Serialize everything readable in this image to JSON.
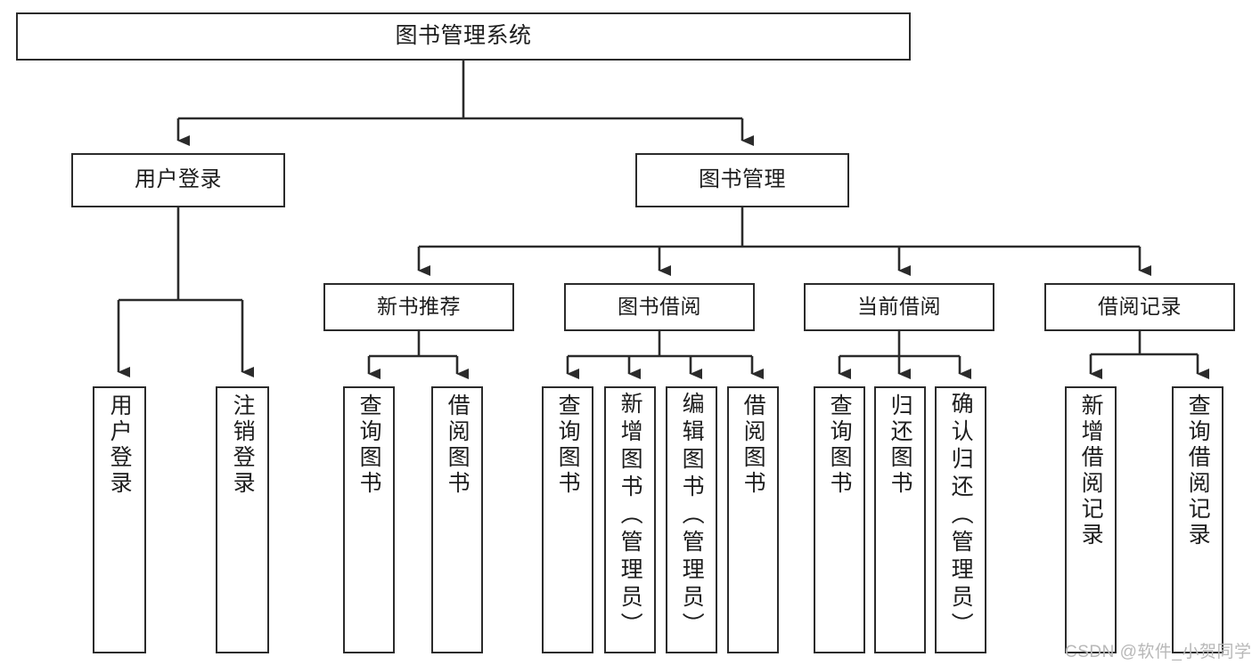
{
  "diagram": {
    "type": "tree-hierarchy",
    "title": "图书管理系统",
    "orientation": "top-down",
    "colors": {
      "stroke": "#2b2b2b",
      "fill": "#ffffff",
      "text": "#1d1d1d",
      "watermark": "#b8b8b8"
    },
    "nodes": {
      "root": {
        "label": "图书管理系统"
      },
      "level2": [
        {
          "label": "用户登录"
        },
        {
          "label": "图书管理"
        }
      ],
      "level3": [
        {
          "label": "新书推荐"
        },
        {
          "label": "图书借阅"
        },
        {
          "label": "当前借阅"
        },
        {
          "label": "借阅记录"
        }
      ],
      "leaves": {
        "user_login": [
          {
            "label": "用户登录"
          },
          {
            "label": "注销登录"
          }
        ],
        "new_book_recommend": [
          {
            "label": "查询图书"
          },
          {
            "label": "借阅图书"
          }
        ],
        "book_borrow": [
          {
            "label": "查询图书"
          },
          {
            "label": "新增图书（管理员）"
          },
          {
            "label": "编辑图书（管理员）"
          },
          {
            "label": "借阅图书"
          }
        ],
        "current_borrow": [
          {
            "label": "查询图书"
          },
          {
            "label": "归还图书"
          },
          {
            "label": "确认归还（管理员）"
          }
        ],
        "borrow_record": [
          {
            "label": "新增借阅记录"
          },
          {
            "label": "查询借阅记录"
          }
        ]
      }
    },
    "watermark": "CSDN @软件_小贺同学"
  }
}
